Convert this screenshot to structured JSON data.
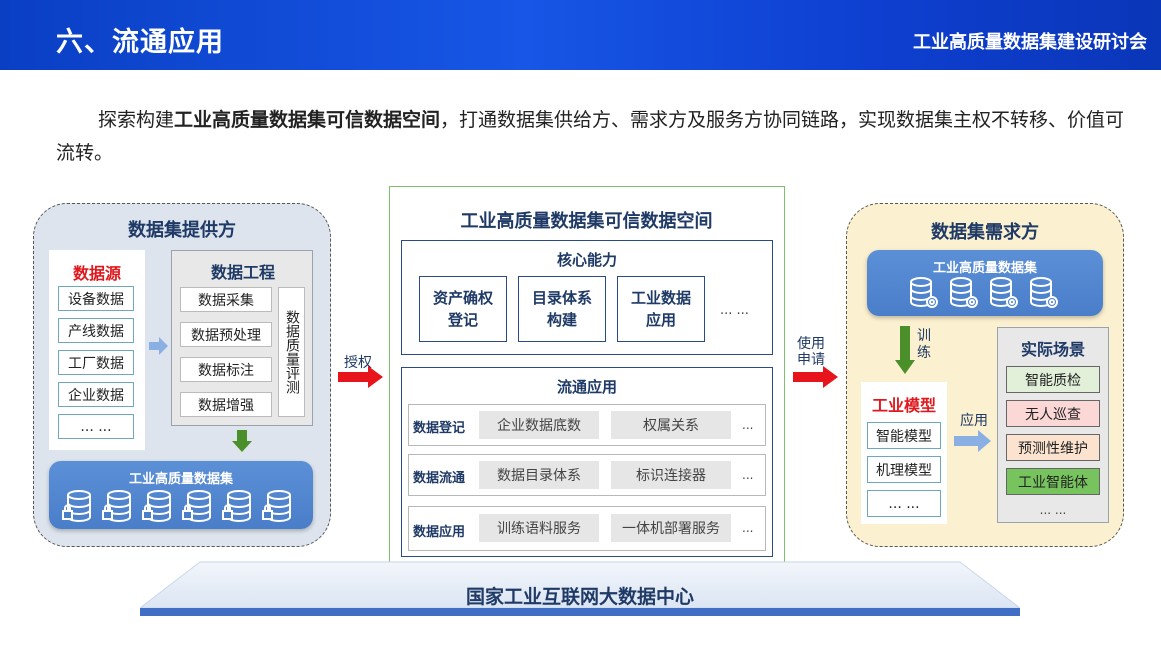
{
  "header": {
    "title": "六、流通应用",
    "conference": "工业高质量数据集建设研讨会"
  },
  "intro": {
    "prefix": "探索构建",
    "bold": "工业高质量数据集可信数据空间",
    "suffix": "，打通数据集供给方、需求方及服务方协同链路，实现数据集主权不转移、价值可流转。"
  },
  "supply": {
    "title": "数据集提供方",
    "source_title": "数据源",
    "sources": [
      "设备数据",
      "产线数据",
      "工厂数据",
      "企业数据",
      "... ..."
    ],
    "engineering_title": "数据工程",
    "engineering_items": [
      "数据采集",
      "数据预处理",
      "数据标注",
      "数据增强"
    ],
    "quality_eval": "数据质量评测",
    "dataset_title": "工业高质量数据集"
  },
  "arrows": {
    "authorize": "授权",
    "apply": "使用申请",
    "train": "训练",
    "use": "应用"
  },
  "center": {
    "title": "工业高质量数据集可信数据空间",
    "core_title": "核心能力",
    "core_items": [
      {
        "l1": "资产确权",
        "l2": "登记"
      },
      {
        "l1": "目录体系",
        "l2": "构建"
      },
      {
        "l1": "工业数据",
        "l2": "应用"
      }
    ],
    "core_more": "... ...",
    "flow_title": "流通应用",
    "flow_rows": [
      {
        "label": "数据登记",
        "cells": [
          "企业数据底数",
          "权属关系"
        ],
        "more": "..."
      },
      {
        "label": "数据流通",
        "cells": [
          "数据目录体系",
          "标识连接器"
        ],
        "more": "..."
      },
      {
        "label": "数据应用",
        "cells": [
          "训练语料服务",
          "一体机部署服务"
        ],
        "more": "..."
      }
    ]
  },
  "demand": {
    "title": "数据集需求方",
    "dataset_title": "工业高质量数据集",
    "model_title": "工业模型",
    "models": [
      "智能模型",
      "机理模型",
      "... ..."
    ],
    "scene_title": "实际场景",
    "scenes": [
      "智能质检",
      "无人巡查",
      "预测性维护",
      "工业智能体",
      "... ..."
    ]
  },
  "platform": {
    "label": "国家工业互联网大数据中心"
  },
  "colors": {
    "header_blue": "#1756e6",
    "red_title": "#e0191e",
    "navy_text": "#1f3a66",
    "arrow_red": "#e8141b",
    "arrow_green": "#4a8f2a",
    "scene_green": "#e2f0d9",
    "scene_pink": "#fbd7d5",
    "scene_orange": "#fbe3d0",
    "scene_dark_green": "#77c35d"
  }
}
